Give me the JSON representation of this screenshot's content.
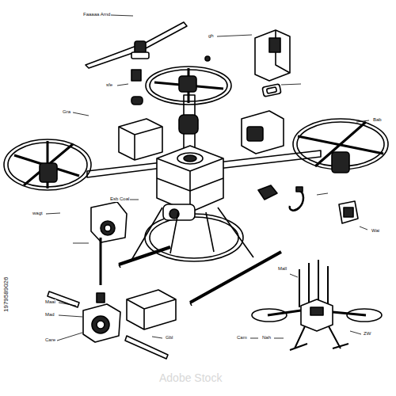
{
  "diagram": {
    "labels": [
      "Faaaaa Arnd",
      "gh",
      "sfe",
      "Gra",
      "Bab",
      "Esb Coal",
      "wagt",
      "Wai",
      "Mall",
      "Maal",
      "Mad",
      "Care",
      "Gbl",
      "Cam",
      "Nah",
      "ZW",
      "1979589026",
      "Adobe Stock"
    ]
  }
}
